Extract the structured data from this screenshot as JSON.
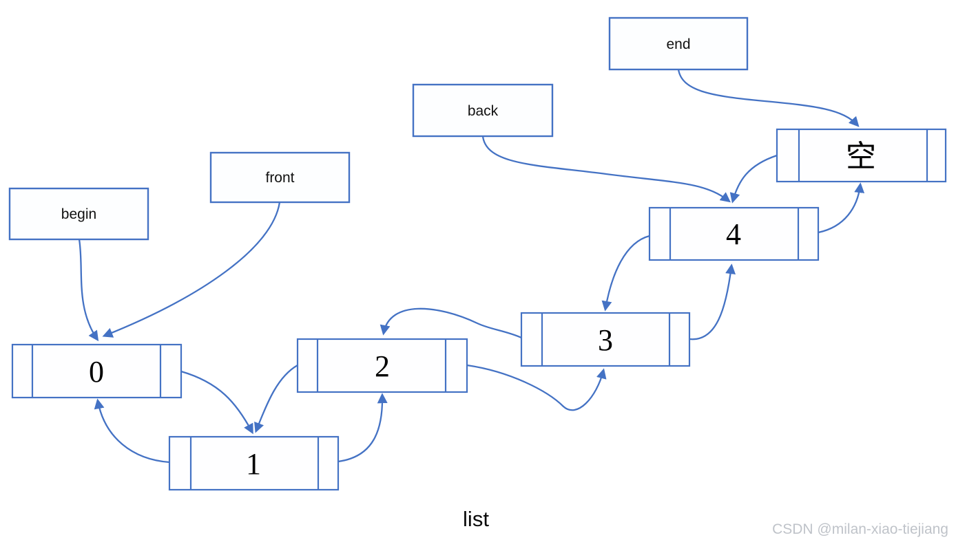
{
  "diagram": {
    "type": "doubly-linked-list",
    "caption": "list",
    "pointer_labels": [
      {
        "name": "begin",
        "label": "begin",
        "points_to": "node-0"
      },
      {
        "name": "front",
        "label": "front",
        "points_to": "node-0"
      },
      {
        "name": "back",
        "label": "back",
        "points_to": "node-4"
      },
      {
        "name": "end",
        "label": "end",
        "points_to": "node-empty"
      }
    ],
    "nodes": [
      {
        "name": "node-0",
        "value": "0"
      },
      {
        "name": "node-1",
        "value": "1"
      },
      {
        "name": "node-2",
        "value": "2"
      },
      {
        "name": "node-3",
        "value": "3"
      },
      {
        "name": "node-4",
        "value": "4"
      },
      {
        "name": "node-empty",
        "value": "空"
      }
    ],
    "edges": [
      {
        "from": "begin",
        "to": "node-0-top"
      },
      {
        "from": "front",
        "to": "node-0-top"
      },
      {
        "from": "back",
        "to": "node-4-top"
      },
      {
        "from": "end",
        "to": "node-empty-top"
      },
      {
        "from": "node-0-next",
        "to": "node-1-top"
      },
      {
        "from": "node-1-prev",
        "to": "node-0-bottom"
      },
      {
        "from": "node-1-next",
        "to": "node-2-bottom"
      },
      {
        "from": "node-2-prev",
        "to": "node-1-top"
      },
      {
        "from": "node-2-next",
        "to": "node-3-bottom"
      },
      {
        "from": "node-3-prev",
        "to": "node-2-top"
      },
      {
        "from": "node-3-next",
        "to": "node-4-bottom"
      },
      {
        "from": "node-4-prev",
        "to": "node-3-top"
      },
      {
        "from": "node-4-next",
        "to": "node-empty-bottom"
      },
      {
        "from": "node-empty-prev",
        "to": "node-4-top"
      }
    ]
  },
  "watermark": {
    "text": "CSDN @milan-xiao-tiejiang",
    "color": "#bfc3c9"
  },
  "colors": {
    "accent": "#4472C4",
    "node_fill": "#fefeff",
    "text": "#000000"
  }
}
